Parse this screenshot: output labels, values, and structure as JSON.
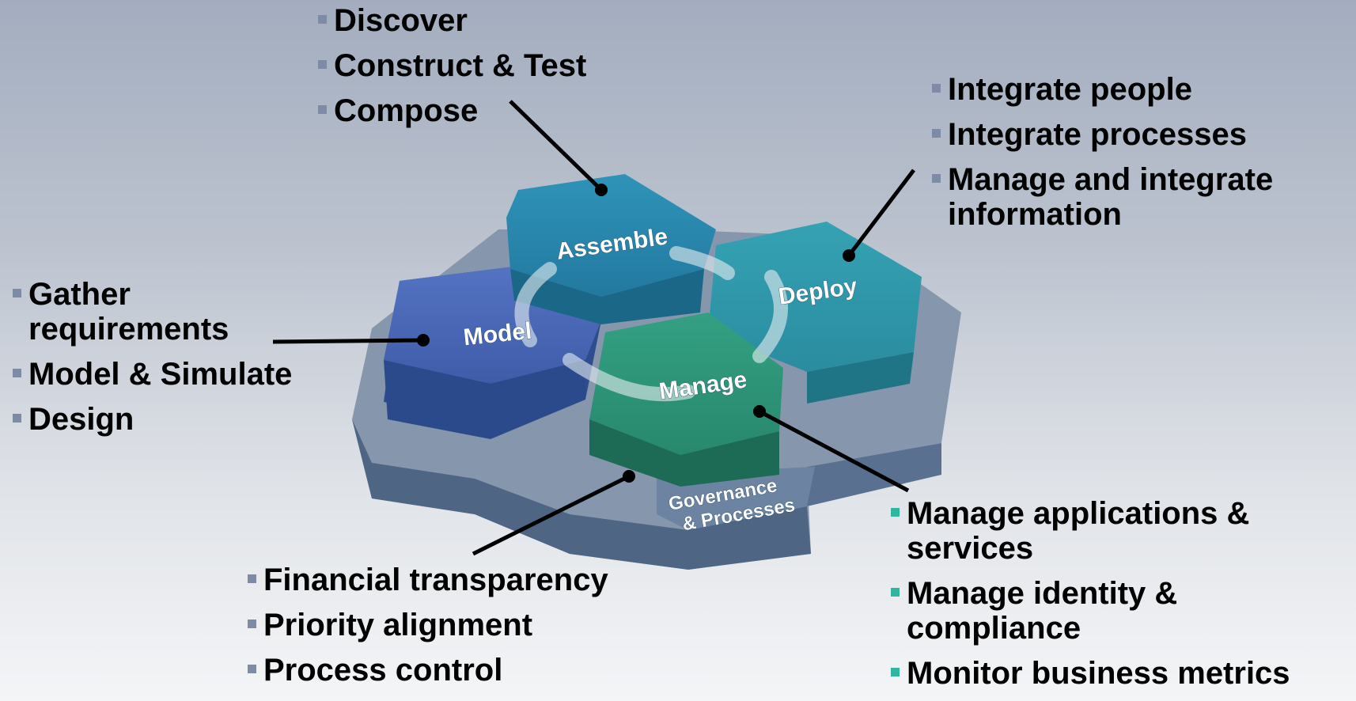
{
  "hexagons": {
    "assemble": "Assemble",
    "model": "Model",
    "deploy": "Deploy",
    "manage": "Manage",
    "governance_line1": "Governance",
    "governance_line2": "& Processes"
  },
  "lists": {
    "assemble": [
      "Discover",
      "Construct & Test",
      "Compose"
    ],
    "deploy": [
      "Integrate people",
      "Integrate processes",
      "Manage and integrate information"
    ],
    "model": [
      "Gather requirements",
      "Model & Simulate",
      "Design"
    ],
    "governance": [
      "Financial transparency",
      "Priority alignment",
      "Process control"
    ],
    "manage": [
      "Manage applications & services",
      "Manage identity & compliance",
      "Monitor business metrics"
    ]
  },
  "colors": {
    "assemble": "#2a87ad",
    "model": "#4a67b5",
    "deploy": "#2f98aa",
    "manage": "#2d9479",
    "base": "#7a8ca6",
    "bullet": "#7d8ba6",
    "bullet_manage": "#2fb5a0"
  }
}
